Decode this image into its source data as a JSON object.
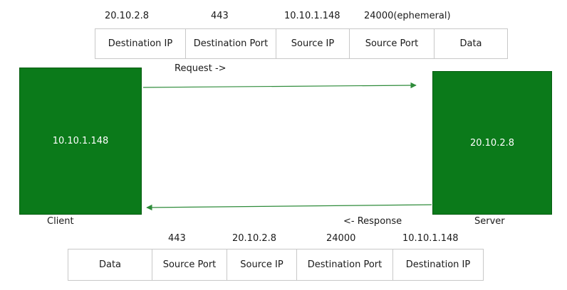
{
  "top_packet": {
    "values": [
      "20.10.2.8",
      "443",
      "10.10.1.148",
      "24000(ephemeral)"
    ],
    "fields": [
      "Destination IP",
      "Destination Port",
      "Source IP",
      "Source Port",
      "Data"
    ]
  },
  "bottom_packet": {
    "values": [
      "443",
      "20.10.2.8",
      "24000",
      "10.10.1.148"
    ],
    "fields": [
      "Data",
      "Source Port",
      "Source IP",
      "Destination Port",
      "Destination IP"
    ]
  },
  "client": {
    "ip": "10.10.1.148",
    "label": "Client"
  },
  "server": {
    "ip": "20.10.2.8",
    "label": "Server"
  },
  "request_label": "Request ->",
  "response_label": "<- Response",
  "colors": {
    "host_fill": "#0b7a1a",
    "arrow": "#2e8b3a",
    "cell_border": "#c8c8c8"
  }
}
